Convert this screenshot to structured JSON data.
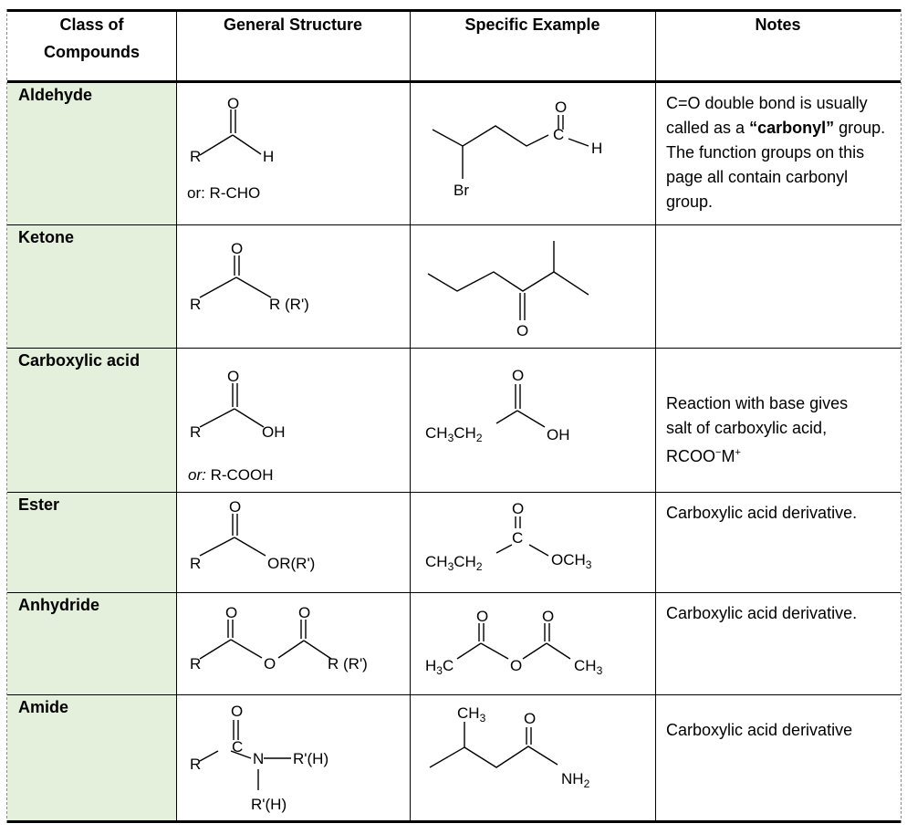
{
  "headers": {
    "class": "Class of\nCompounds",
    "general": "General Structure",
    "specific": "Specific Example",
    "notes": "Notes"
  },
  "rows": [
    {
      "name": "Aldehyde",
      "general": {
        "O": "O",
        "R": "R",
        "H": "H",
        "alt": "or: R-CHO"
      },
      "specific": {
        "O": "O",
        "C": "C",
        "H": "H",
        "Br": "Br"
      },
      "notes": {
        "pre": "C=O double bond is usually called as a ",
        "bold": "“carbonyl”",
        "post": " group. The function groups on this page all contain carbonyl group."
      }
    },
    {
      "name": "Ketone",
      "general": {
        "O": "O",
        "R": "R",
        "R2": "R (R')"
      },
      "specific": {
        "O": "O"
      },
      "notes": {}
    },
    {
      "name": "Carboxylic acid",
      "general": {
        "O": "O",
        "R": "R",
        "OH": "OH",
        "alt_italic": "or:",
        "alt": " R-COOH"
      },
      "specific": {
        "O": "O",
        "left": "CH",
        "left_sub1": "3",
        "left_mid": "CH",
        "left_sub2": "2",
        "OH": "OH"
      },
      "notes": {
        "l1": "Reaction with base gives",
        "l2": "salt of carboxylic acid,",
        "l3a": "RCOO",
        "l3sup1": "−",
        "l3b": "M",
        "l3sup2": "+"
      }
    },
    {
      "name": "Ester",
      "general": {
        "O": "O",
        "R": "R",
        "OR": "OR(R')"
      },
      "specific": {
        "O": "O",
        "C": "C",
        "left": "CH",
        "left_sub1": "3",
        "left_mid": "CH",
        "left_sub2": "2",
        "right": "OCH",
        "right_sub": "3"
      },
      "notes": {
        "text": "Carboxylic acid derivative."
      }
    },
    {
      "name": "Anhydride",
      "general": {
        "O1": "O",
        "O2": "O",
        "Omid": "O",
        "R": "R",
        "R2": "R (R')"
      },
      "specific": {
        "O1": "O",
        "O2": "O",
        "Omid": "O",
        "left": "H",
        "left_sub": "3",
        "left_c": "C",
        "right": "CH",
        "right_sub": "3"
      },
      "notes": {
        "text": "Carboxylic acid derivative."
      }
    },
    {
      "name": "Amide",
      "general": {
        "O": "O",
        "C": "C",
        "N": "N",
        "R": "R",
        "RH1": "R'(H)",
        "RH2": "R'(H)"
      },
      "specific": {
        "CH": "CH",
        "CH_sub": "3",
        "O": "O",
        "NH": "NH",
        "NH_sub": "2"
      },
      "notes": {
        "text": "Carboxylic acid derivative"
      }
    }
  ]
}
